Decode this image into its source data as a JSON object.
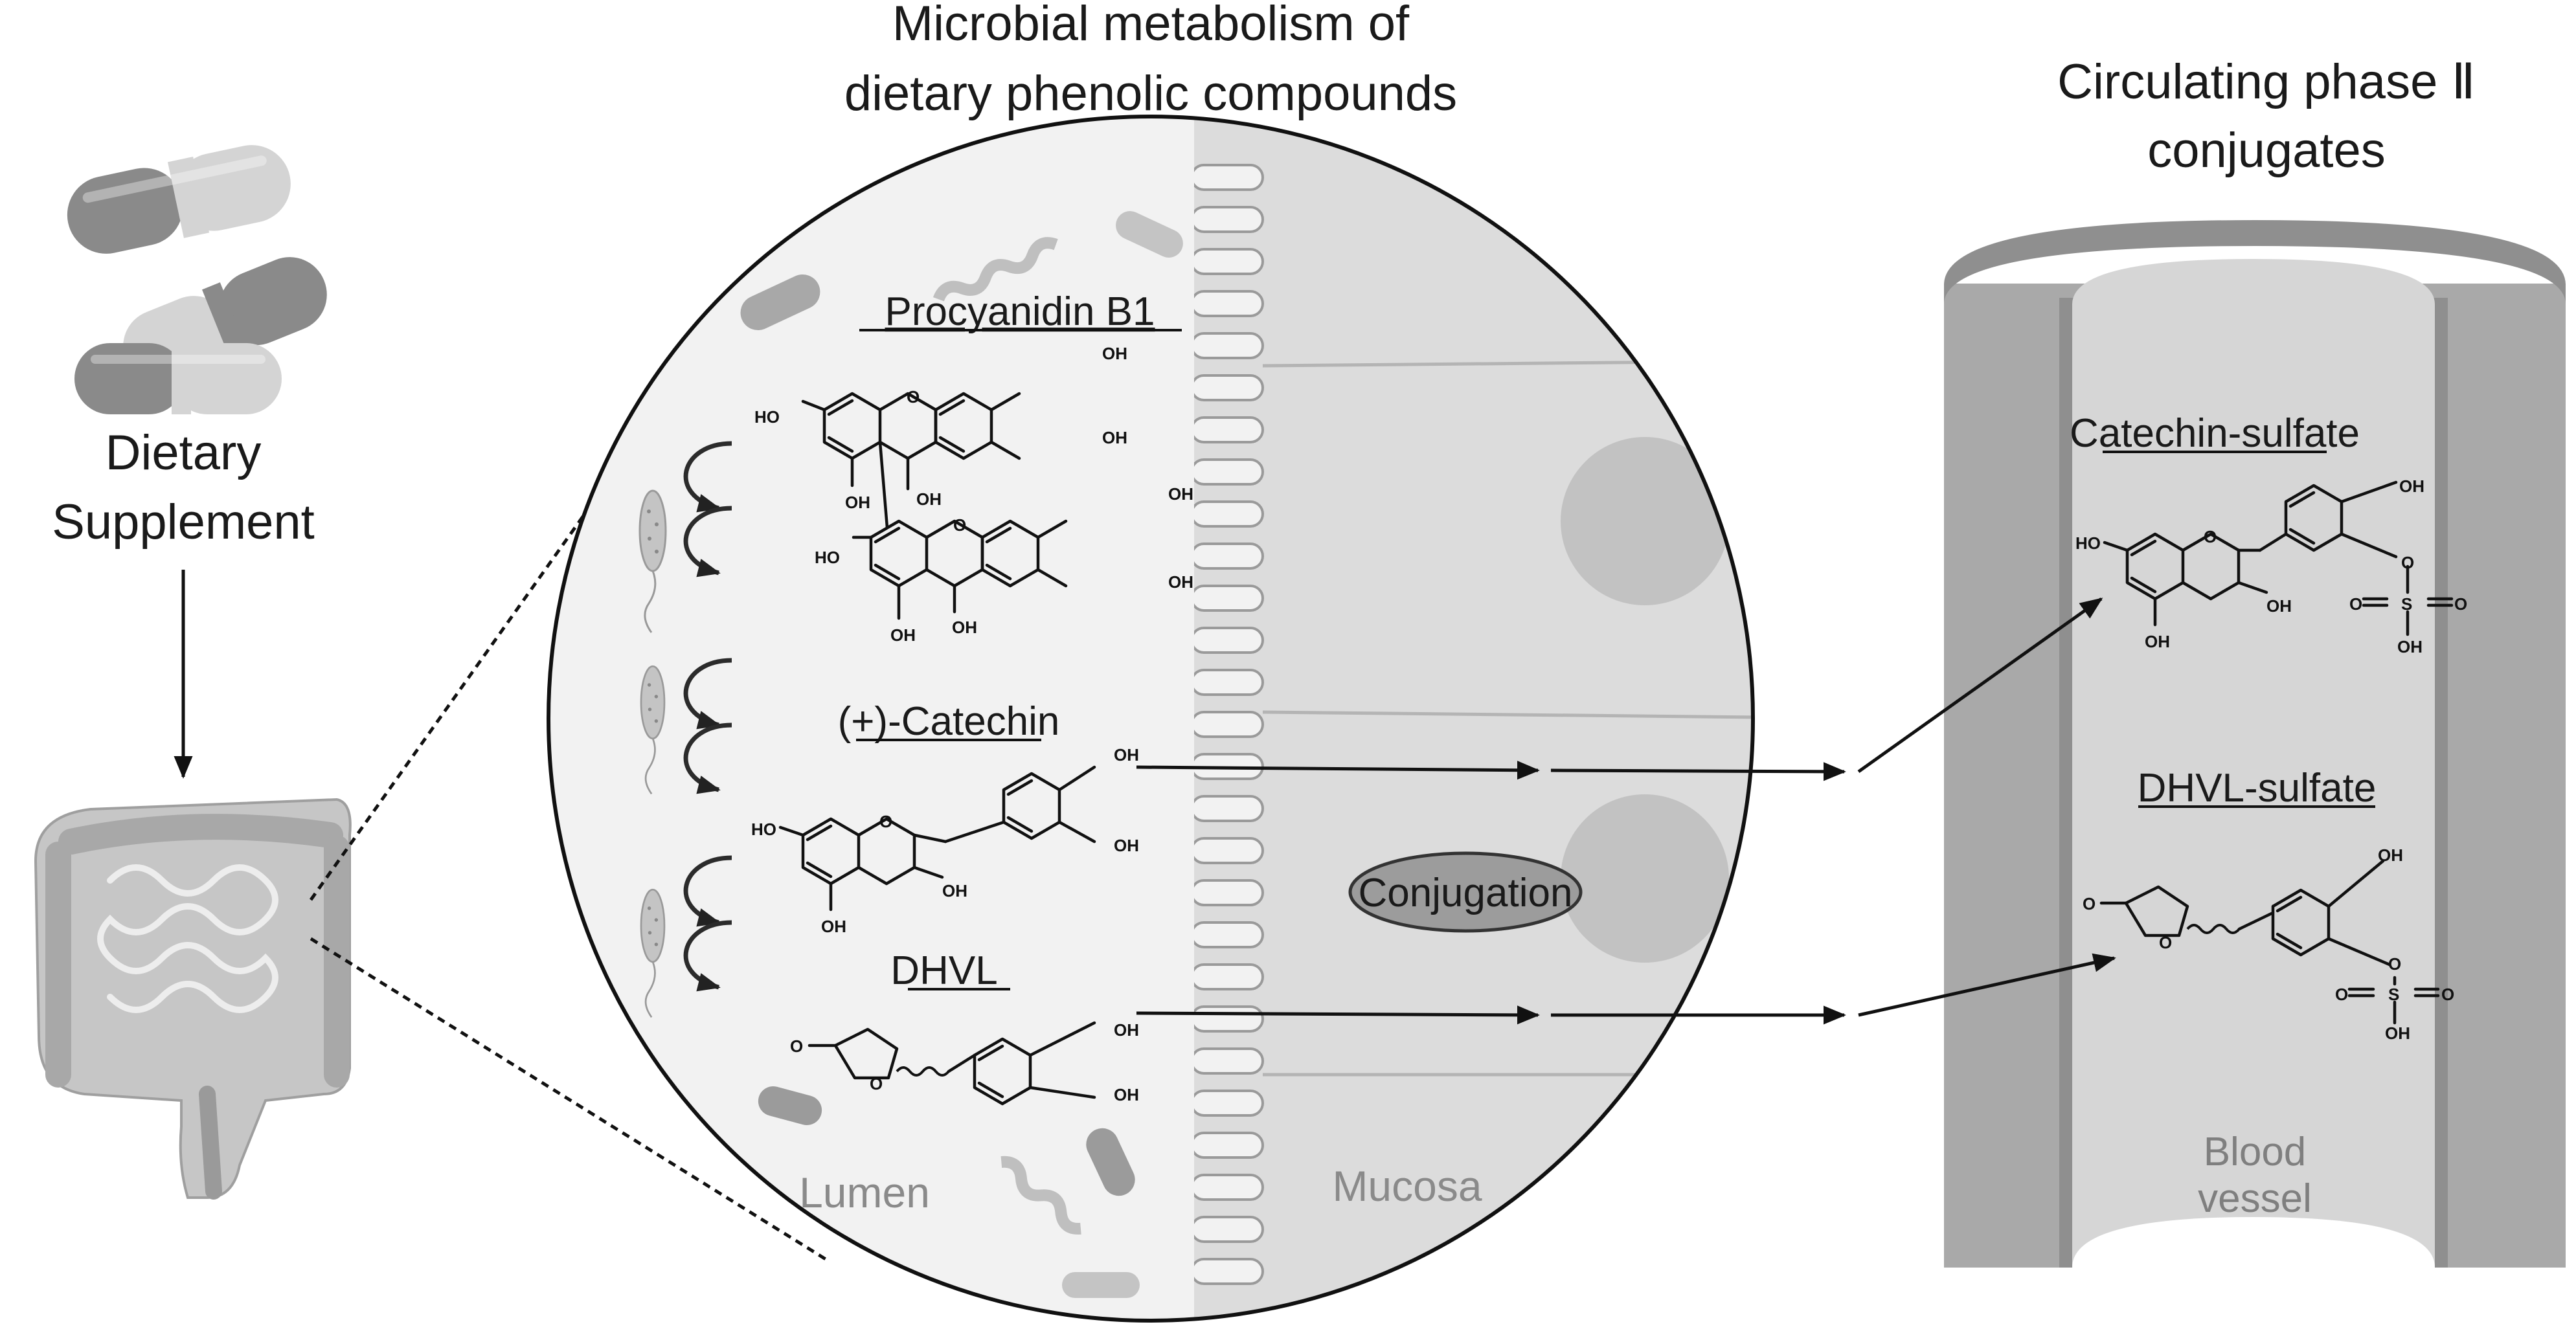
{
  "titles": {
    "microbial_line1": "Microbial metabolism of",
    "microbial_line2": "dietary phenolic compounds",
    "circulating_line1": "Circulating phase Ⅱ",
    "circulating_line2": "conjugates"
  },
  "supplement": {
    "line1": "Dietary",
    "line2": "Supplement"
  },
  "compounds": {
    "procyanidin": "Procyanidin B1",
    "catechin": "(+)-Catechin",
    "dhvl": "DHVL",
    "catechin_sulfate": "Catechin-sulfate",
    "dhvl_sulfate": "DHVL-sulfate"
  },
  "regions": {
    "lumen": "Lumen",
    "mucosa": "Mucosa",
    "conjugation": "Conjugation",
    "blood_line1": "Blood",
    "blood_line2": "vessel"
  },
  "atoms": {
    "oh": "OH",
    "ho": "HO",
    "o": "O",
    "s": "S"
  },
  "colors": {
    "capsule_dark": "#8a8a8a",
    "capsule_light": "#d4d4d4",
    "intestine": "#c6c6c6",
    "lumen_bg": "#f2f2f2",
    "mucosa_bg": "#dcdcdc",
    "vessel_outer": "#a9a9a9",
    "vessel_inner": "#d6d6d6",
    "conjugation_fill": "#9c9c9c"
  }
}
